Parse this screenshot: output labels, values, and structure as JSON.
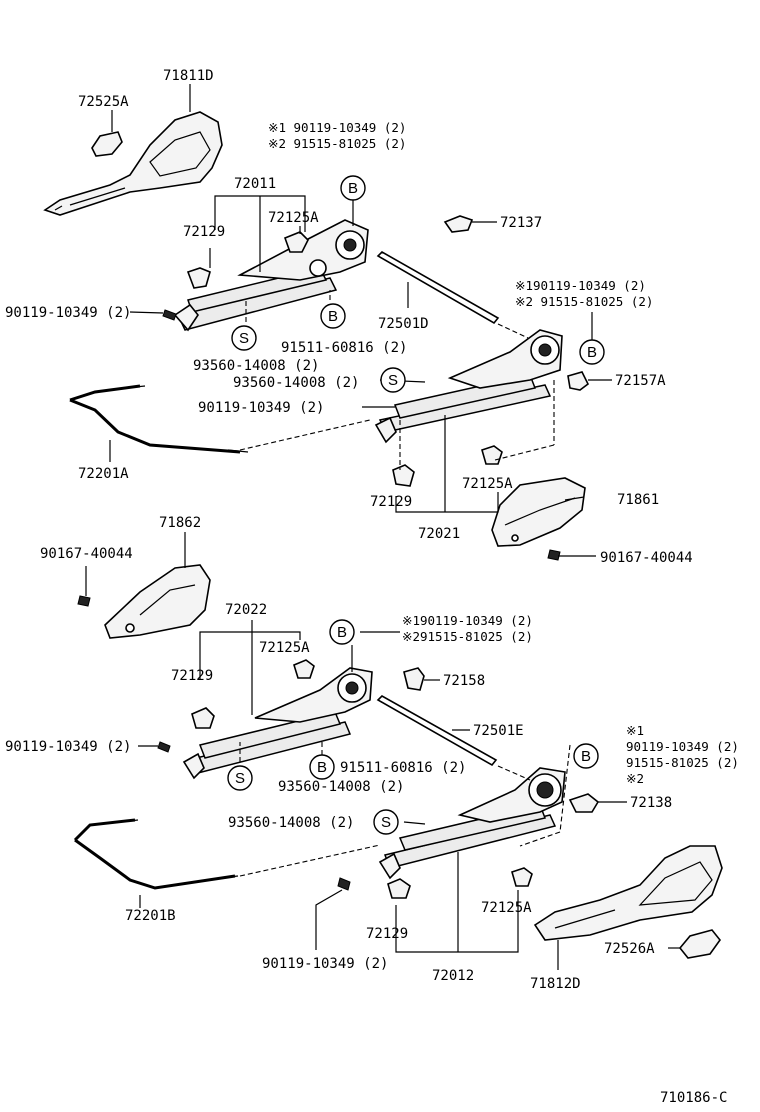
{
  "labels": {
    "l71811D": "71811D",
    "l72525A": "72525A",
    "noteTop1a": "※1 90119-10349 (2)",
    "noteTop1b": "※2 91515-81025 (2)",
    "l72011": "72011",
    "l72129a": "72129",
    "l72125Aa": "72125A",
    "l72137": "72137",
    "l90119a": "90119-10349 (2)",
    "l72501D": "72501D",
    "noteTop2a": "※190119-10349 (2)",
    "noteTop2b": "※2 91515-81025 (2)",
    "l91511a": "91511-60816 (2)",
    "l93560a": "93560-14008 (2)",
    "l93560b": "93560-14008 (2)",
    "l72157A": "72157A",
    "l90119b": "90119-10349 (2)",
    "l72201A": "72201A",
    "l72129b": "72129",
    "l72125Ab": "72125A",
    "l71861": "71861",
    "l72021": "72021",
    "l90167a": "90167-40044",
    "l71862": "71862",
    "l90167b": "90167-40044",
    "l72022": "72022",
    "noteMid1a": "※190119-10349 (2)",
    "noteMid1b": "※291515-81025 (2)",
    "l72125Ac": "72125A",
    "l72129c": "72129",
    "l72158": "72158",
    "l72501E": "72501E",
    "l90119c": "90119-10349 (2)",
    "l91511b": "91511-60816 (2)",
    "l93560c": "93560-14008 (2)",
    "noteBot1": "※1",
    "noteBot2": "90119-10349 (2)",
    "noteBot3": "91515-81025 (2)",
    "noteBot4": "※2",
    "l72138": "72138",
    "l93560d": "93560-14008 (2)",
    "l72201B": "72201B",
    "l72129d": "72129",
    "l72125Ad": "72125A",
    "l90119d": "90119-10349 (2)",
    "l72012": "72012",
    "l72526A": "72526A",
    "l71812D": "71812D",
    "footer": "710186-C"
  },
  "markers": {
    "B": "B",
    "S": "S"
  }
}
